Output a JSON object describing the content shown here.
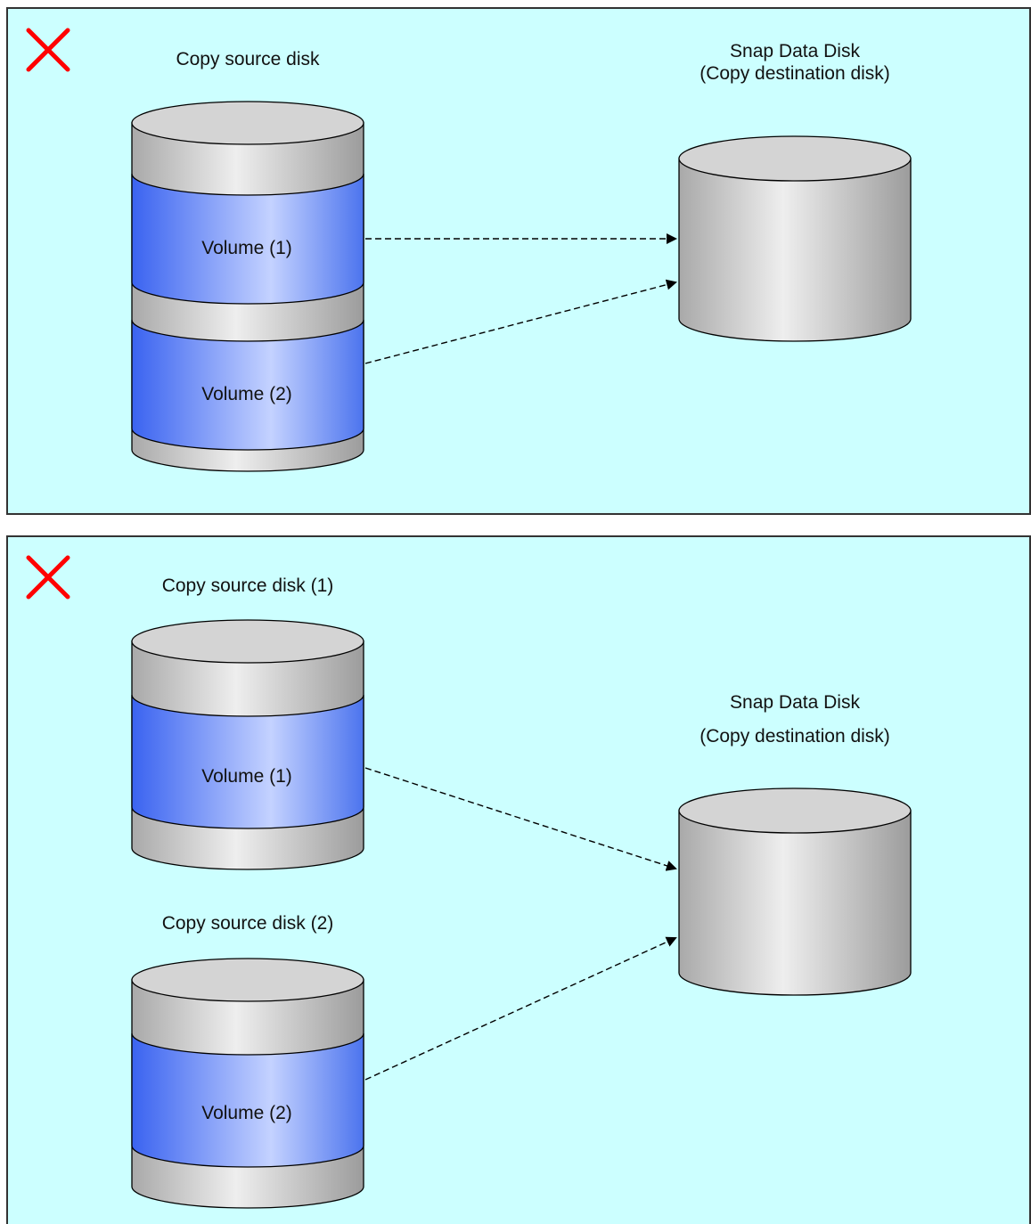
{
  "panel1": {
    "status_icon": "red-cross-icon",
    "source_label": "Copy source disk",
    "volume1_label": "Volume (1)",
    "volume2_label": "Volume (2)",
    "dest_label_line1": "Snap Data Disk",
    "dest_label_line2": "(Copy destination disk)"
  },
  "panel2": {
    "status_icon": "red-cross-icon",
    "source1_label": "Copy source disk (1)",
    "source2_label": "Copy source disk (2)",
    "volume1_label": "Volume (1)",
    "volume2_label": "Volume (2)",
    "dest_label_line1": "Snap Data Disk",
    "dest_label_line2": "(Copy destination disk)"
  },
  "colors": {
    "background": "#ccffff",
    "disk_gray": "#d0d0d0",
    "volume_blue": "#4f7cf0",
    "cross_red": "#ff0000"
  }
}
